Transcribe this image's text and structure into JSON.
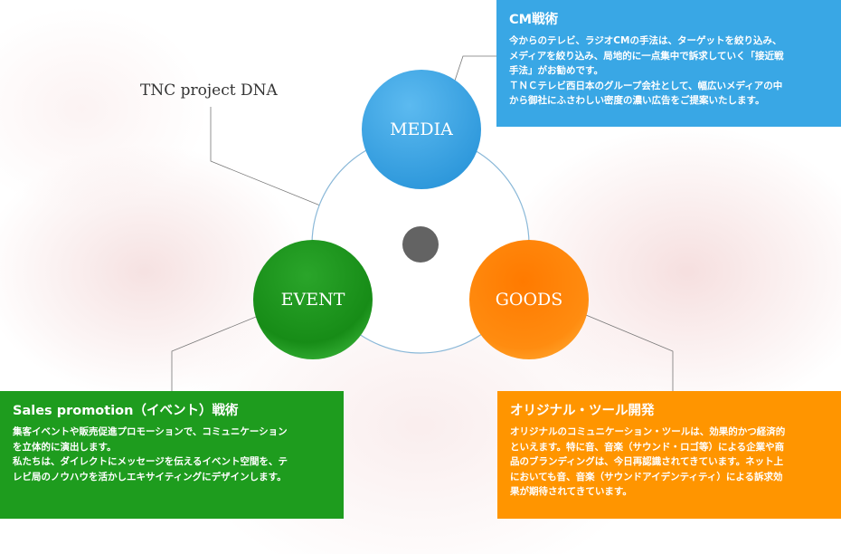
{
  "title": "TNC project DNA",
  "nodes": {
    "media": "MEDIA",
    "event": "EVENT",
    "goods": "GOODS"
  },
  "colors": {
    "media": "#39a7e5",
    "event": "#1e9c1e",
    "goods": "#ff8a00",
    "goods_box": "#ff9500",
    "center": "#636363"
  },
  "boxes": {
    "cm": {
      "heading": "CM戦術",
      "lines": [
        "今からのテレビ、ラジオCMの手法は、ターゲットを絞り込み、",
        "メディアを絞り込み、局地的に一点集中で訴求していく「接近戦",
        "手法」がお勧めです。",
        "ＴＮＣテレビ西日本のグループ会社として、幅広いメディアの中",
        "から御社にふさわしい密度の濃い広告をご提案いたします。"
      ]
    },
    "sales": {
      "heading": "Sales promotion（イベント）戦術",
      "lines": [
        "集客イベントや販売促進プロモーションで、コミュニケーション",
        "を立体的に演出します。",
        "私たちは、ダイレクトにメッセージを伝えるイベント空間を、テ",
        "レビ局のノウハウを活かしエキサイティングにデザインします。"
      ]
    },
    "original": {
      "heading": "オリジナル・ツール開発",
      "lines": [
        "オリジナルのコミュニケーション・ツールは、効果的かつ経済的",
        "といえます。特に音、音楽（サウンド・ロゴ等）による企業や商",
        "品のブランディングは、今日再認識されてきています。ネット上",
        "においても音、音楽（サウンドアイデンティティ）による訴求効",
        "果が期待されてきています。"
      ]
    }
  }
}
